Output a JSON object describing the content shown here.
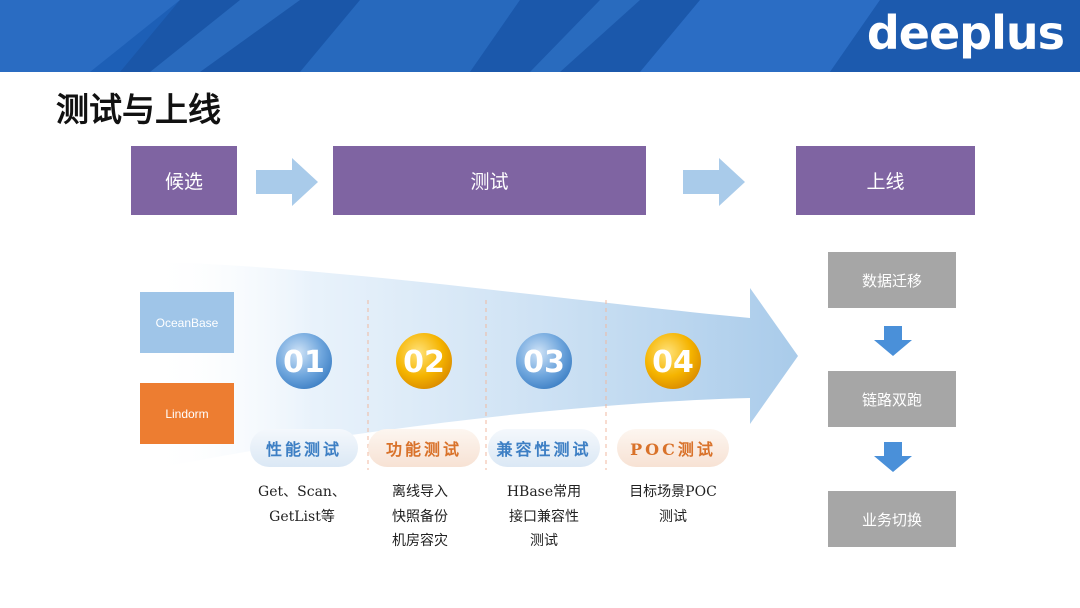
{
  "brand": {
    "logo_text": "deeplus"
  },
  "page_title": "测试与上线",
  "stages": [
    "候选",
    "测试",
    "上线"
  ],
  "databases": [
    {
      "name": "OceanBase",
      "color": "#9fc5e8"
    },
    {
      "name": "Lindorm",
      "color": "#ed7d31"
    }
  ],
  "tests": [
    {
      "number": "01",
      "label": "性能测试",
      "label_color": "#3d7fc4",
      "badge_color": "#5b9bd5",
      "desc": [
        "Get、Scan、",
        "GetList等"
      ]
    },
    {
      "number": "02",
      "label": "功能测试",
      "label_color": "#d9722a",
      "badge_color": "#f0a500",
      "desc": [
        "离线导入",
        "快照备份",
        "机房容灾"
      ]
    },
    {
      "number": "03",
      "label": "兼容性测试",
      "label_color": "#3d7fc4",
      "badge_color": "#5b9bd5",
      "desc": [
        "HBase常用",
        "接口兼容性",
        "测试"
      ]
    },
    {
      "number": "04",
      "label": "POC测试",
      "label_color": "#d9722a",
      "badge_color": "#f0a500",
      "desc": [
        "目标场景POC",
        "测试"
      ]
    }
  ],
  "launch_steps": [
    "数据迁移",
    "链路双跑",
    "业务切换"
  ],
  "colors": {
    "header_blue": "#1d5fb6",
    "stage_purple": "#7f64a2",
    "flow_arrow": "#a9cbea",
    "step_gray": "#a6a6a6",
    "down_arrow": "#4a90d9"
  }
}
